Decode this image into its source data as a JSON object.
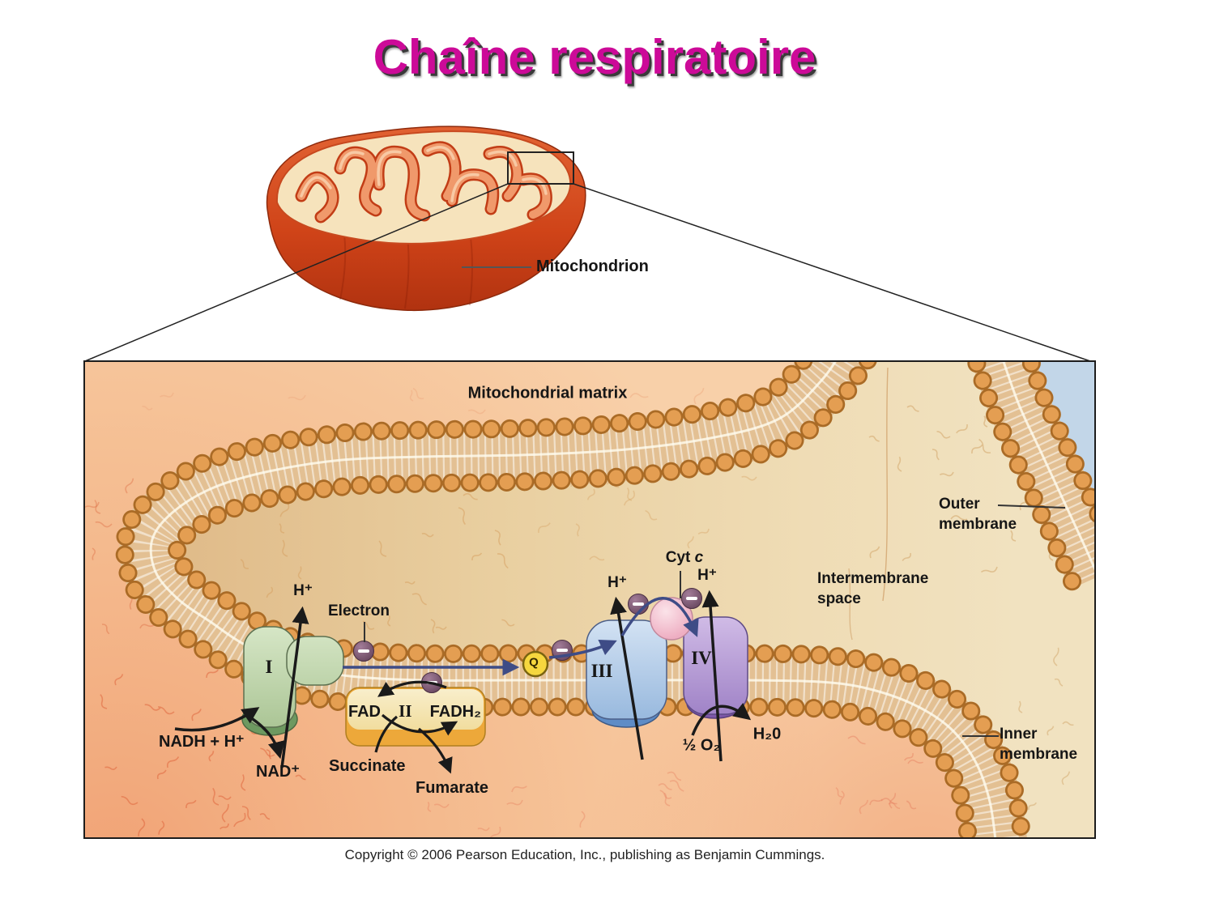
{
  "title": "Chaîne respiratoire",
  "overview": {
    "organelle_label": "Mitochondrion"
  },
  "diagram": {
    "matrix_label": "Mitochondrial matrix",
    "outer_membrane_line1": "Outer",
    "outer_membrane_line2": "membrane",
    "intermembrane_line1": "Intermembrane",
    "intermembrane_line2": "space",
    "inner_membrane_line1": "Inner",
    "inner_membrane_line2": "membrane",
    "electron_label": "Electron",
    "h_plus": "H⁺",
    "cyt_label": "Cyt",
    "cyt_c": "c",
    "q_label": "Q",
    "complex_i": "I",
    "complex_ii": "II",
    "complex_iii": "III",
    "complex_iv": "IV",
    "nadh": "NADH + H⁺",
    "nad": "NAD⁺",
    "fad": "FAD",
    "fadh2": "FADH₂",
    "succinate": "Succinate",
    "fumarate": "Fumarate",
    "half_o2": "½ O₂",
    "h2o": "H₂0"
  },
  "footer": {
    "copyright": "Copyright © 2006 Pearson Education, Inc., publishing as Benjamin Cummings."
  },
  "colors": {
    "title": "#cc0a98",
    "membrane_bead": "#e29c50",
    "complex_i": "#bcd3aa",
    "complex_ii": "#f6e8bd",
    "complex_iii": "#a9c6e6",
    "complex_iv": "#b79ad2",
    "cyt_c": "#f3bfce",
    "ubiquinone": "#f6d73e",
    "electron": "#6f4c64",
    "electron_path": "#3e4c86"
  }
}
